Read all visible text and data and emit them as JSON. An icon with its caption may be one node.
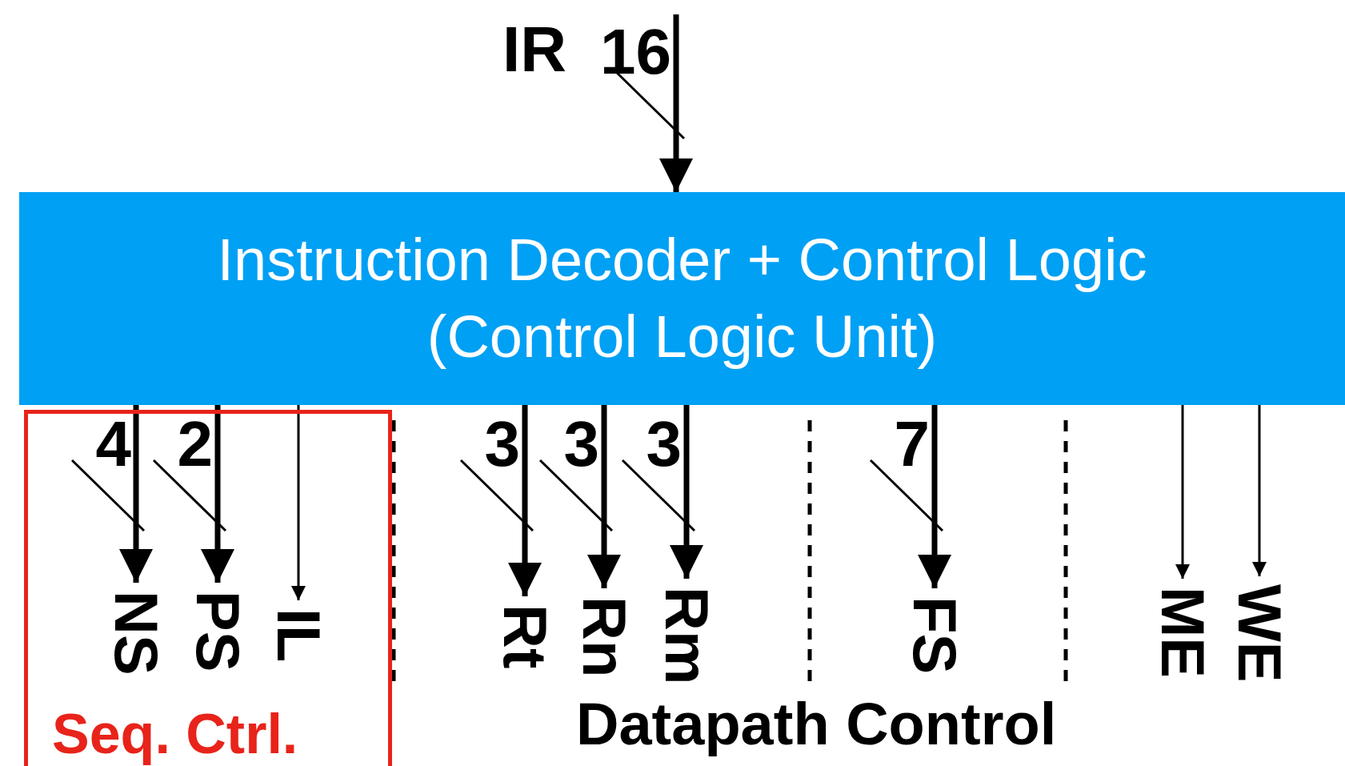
{
  "diagram": {
    "nodes": [
      {
        "text": [
          "Instruction Decoder + Control Logic",
          "(Control Logic Unit)"
        ]
      },
      {
        "text": [
          "Seq. Ctrl."
        ]
      },
      {
        "text": [
          "NS"
        ],
        "in": 1
      },
      {
        "text": [
          "PS"
        ],
        "in": 1
      },
      {
        "text": [
          "IL"
        ],
        "in": 1
      },
      {
        "text": [
          "Rt"
        ]
      },
      {
        "text": [
          "Rn"
        ]
      },
      {
        "text": [
          "Rm"
        ]
      },
      {
        "text": [
          "FS"
        ]
      },
      {
        "text": [
          "ME"
        ]
      },
      {
        "text": [
          "WE"
        ]
      }
    ],
    "edges": [
      {
        "from": null,
        "to": 0,
        "arrow": "to",
        "label": "16"
      },
      {
        "from": 0,
        "to": 2,
        "arrow": "to",
        "label": "4"
      },
      {
        "from": 0,
        "to": 3,
        "arrow": "to",
        "label": "2"
      },
      {
        "from": 0,
        "to": 4,
        "arrow": "to"
      },
      {
        "from": 0,
        "to": 5,
        "arrow": "to",
        "label": "3"
      },
      {
        "from": 0,
        "to": 6,
        "arrow": "to",
        "label": "3"
      },
      {
        "from": 0,
        "to": 7,
        "arrow": "to",
        "label": "3"
      },
      {
        "from": 0,
        "to": 8,
        "arrow": "to",
        "label": "7"
      },
      {
        "from": 0,
        "to": 9,
        "arrow": "to"
      },
      {
        "from": 0,
        "to": 10,
        "arrow": "to"
      }
    ],
    "labels": [
      "IR",
      "Datapath Control"
    ]
  }
}
